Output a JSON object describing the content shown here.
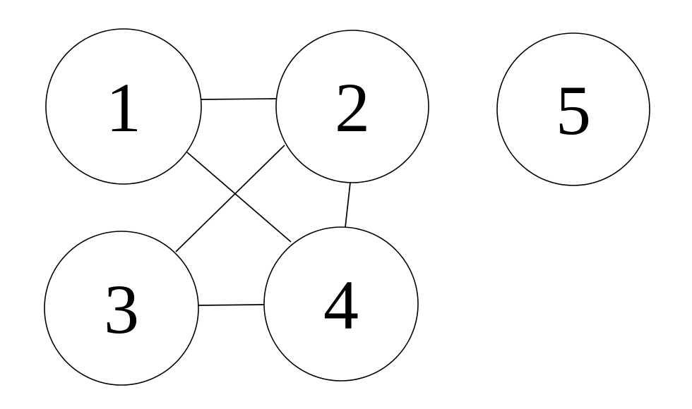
{
  "diagram": {
    "type": "undirected-graph",
    "background_color": "#ffffff",
    "node_fill_color": "#ffffff",
    "line_color": "#000000",
    "label_color": "#000000",
    "nodes": [
      {
        "id": "1",
        "label": "1"
      },
      {
        "id": "2",
        "label": "2"
      },
      {
        "id": "3",
        "label": "3"
      },
      {
        "id": "4",
        "label": "4"
      },
      {
        "id": "5",
        "label": "5"
      }
    ],
    "edges": [
      {
        "from": "1",
        "to": "2"
      },
      {
        "from": "1",
        "to": "4"
      },
      {
        "from": "2",
        "to": "3"
      },
      {
        "from": "2",
        "to": "4"
      },
      {
        "from": "3",
        "to": "4"
      }
    ],
    "isolated_nodes": [
      "5"
    ]
  }
}
